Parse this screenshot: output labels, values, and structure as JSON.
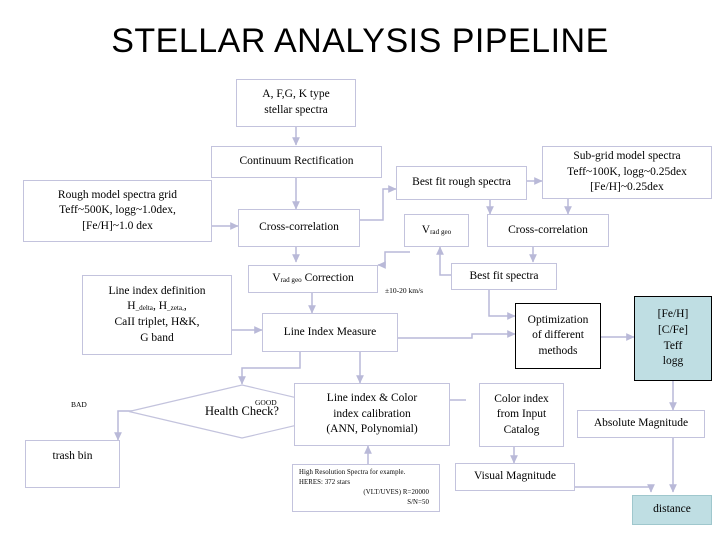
{
  "title": "STELLAR ANALYSIS PIPELINE",
  "colors": {
    "connector": "#b9b9d8",
    "box_border": "#c3c3dd",
    "highlight_fill": "#bfdee3",
    "emphasis_border": "#000000",
    "text": "#000000",
    "background": "#ffffff"
  },
  "nodes": {
    "input_spectra": {
      "label": "A, F,G, K type\nstellar spectra"
    },
    "continuum_rectification": {
      "label": "Continuum Rectification"
    },
    "best_fit_rough_spectra": {
      "label": "Best fit rough spectra"
    },
    "subgrid_model_spectra": {
      "label": "Sub-grid model spectra\nTeff~100K, logg~0.25dex\n[Fe/H]~0.25dex"
    },
    "rough_model_grid": {
      "label": "Rough model spectra grid\nTeff~500K, logg~1.0dex,\n[Fe/H]~1.0 dex"
    },
    "cross_correlation_1": {
      "label": "Cross-correlation"
    },
    "vrad_geo": {
      "label_main": "V",
      "label_sub1": "rad",
      "label_sub2": "geo"
    },
    "cross_correlation_2": {
      "label": "Cross-correlation"
    },
    "vrad_geo_correction": {
      "label_main": "V",
      "label_sub1": "rad",
      "label_sub2": "geo",
      "label_tail": " Correction"
    },
    "best_fit_spectra": {
      "label": "Best fit spectra"
    },
    "line_index_definition": {
      "line1": "Line index definition",
      "line2_a": "H",
      "line2_sub_a": "_delta",
      "line2_b": ", H",
      "line2_sub_b": "_zeta,",
      "line2_tail": ",",
      "line3": "CaII triplet, H&K,",
      "line4": "G band"
    },
    "line_index_measure": {
      "label": "Line Index Measure"
    },
    "optimization": {
      "label": "Optimization\nof different\nmethods"
    },
    "stellar_parameters": {
      "label": "[Fe/H]\n[C/Fe]\nTeff\nlogg"
    },
    "health_check": {
      "label": "Health Check?"
    },
    "trash_bin": {
      "label": "trash bin"
    },
    "line_color_calibration": {
      "label": "Line index & Color\nindex calibration\n(ANN, Polynomial)"
    },
    "color_index_catalog": {
      "label": "Color index\nfrom Input\nCatalog"
    },
    "absolute_magnitude": {
      "label": "Absolute Magnitude"
    },
    "high_res_spectra": {
      "line1": "High Resolution Spectra for example.",
      "line2": "HERES: 372 stars",
      "line3": "(VLT/UVES)  R=20000",
      "line4": "S/N=50"
    },
    "visual_magnitude": {
      "label": "Visual Magnitude"
    },
    "distance": {
      "label": "distance"
    }
  },
  "edge_labels": {
    "velocity_uncertainty": "±10-20 km/s",
    "bad": "BAD",
    "good": "GOOD"
  }
}
